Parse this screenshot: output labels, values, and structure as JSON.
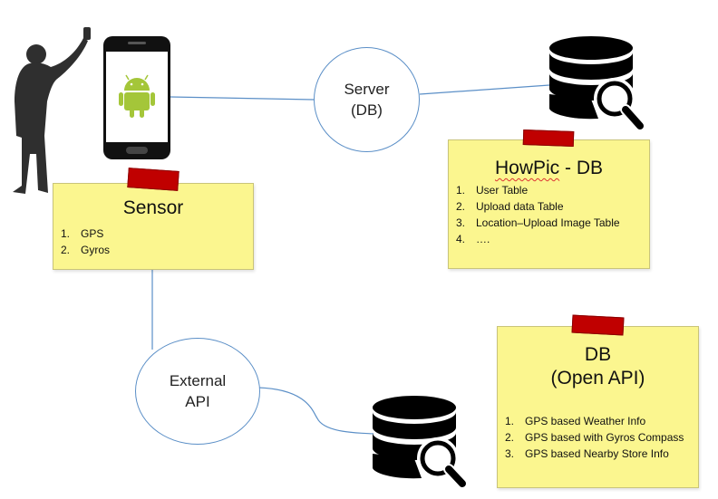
{
  "nodes": {
    "server": {
      "line1": "Server",
      "line2": "(DB)"
    },
    "external_api": {
      "line1": "External",
      "line2": "API"
    }
  },
  "notes": {
    "sensor": {
      "title": "Sensor",
      "items": [
        {
          "num": "1.",
          "text": "GPS"
        },
        {
          "num": "2.",
          "text": "Gyros"
        }
      ]
    },
    "howpic_db": {
      "title_word": "HowPic",
      "title_rest": " - DB",
      "items": [
        {
          "num": "1.",
          "text": "User Table"
        },
        {
          "num": "2.",
          "text": "Upload data Table"
        },
        {
          "num": "3.",
          "text": "Location–Upload Image Table"
        },
        {
          "num": "4.",
          "text": "…."
        }
      ]
    },
    "open_api_db": {
      "title_line1": "DB",
      "title_line2": "(Open API)",
      "items": [
        {
          "num": "1.",
          "text": "GPS based Weather Info"
        },
        {
          "num": "2.",
          "text": "GPS based with Gyros Compass"
        },
        {
          "num": "3.",
          "text": "GPS based Nearby Store Info"
        }
      ]
    }
  },
  "icons": {
    "person": "person-taking-photo-icon",
    "phone": "android-phone-icon",
    "database": "database-search-icon"
  },
  "colors": {
    "note_fill": "#fbf68f",
    "tape": "#c00000",
    "connector": "#5b8fc7",
    "android_green": "#a4c639",
    "icon_black": "#000000"
  }
}
